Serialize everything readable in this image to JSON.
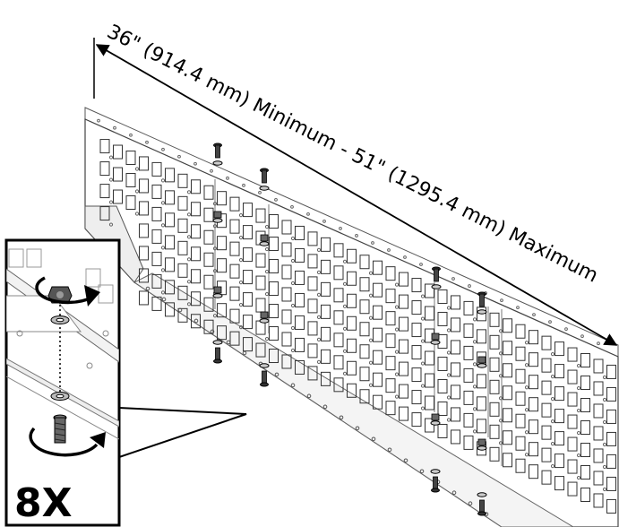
{
  "dimension_label": "36\" (914.4 mm) Minimum - 51\"  (1295.4 mm) Maximum",
  "detail": {
    "quantity_label": "8X"
  },
  "colors": {
    "line": "#000000",
    "panel_fill": "#ffffff",
    "panel_edge": "#cfcfcf",
    "hole": "#9a9a9a"
  },
  "icons": [
    "dimension-arrow",
    "rotation-arrow-icon",
    "nut-icon",
    "washer-icon",
    "bolt-icon"
  ]
}
